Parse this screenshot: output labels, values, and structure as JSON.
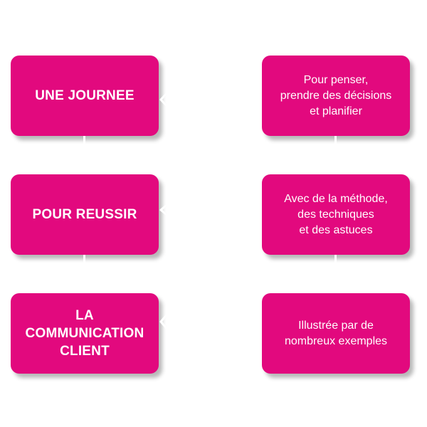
{
  "rows": [
    {
      "title": "UNE JOURNEE",
      "description": "Pour penser,\nprendre des décisions\net planifier"
    },
    {
      "title": "POUR REUSSIR",
      "description": "Avec de la méthode,\ndes techniques\net des astuces"
    },
    {
      "title": "LA\nCOMMUNICATION\nCLIENT",
      "description": "Illustrée par de\nnombreux exemples"
    }
  ],
  "colors": {
    "box": "#e2097e",
    "text": "#ffffff",
    "background": "#ffffff"
  },
  "icons": [
    "arrow-left-icon"
  ]
}
